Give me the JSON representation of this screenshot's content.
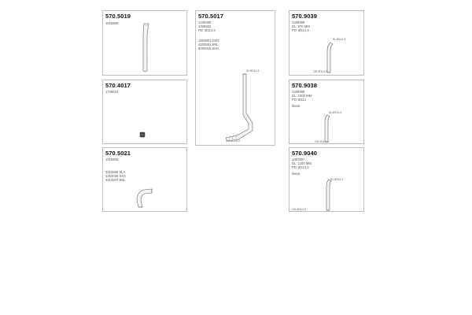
{
  "cards": {
    "c5019": {
      "code": "570.5019",
      "lines": [
        "1915606"
      ]
    },
    "c5017": {
      "code": "570.5017",
      "lines": [
        "1345465",
        "1405822",
        "PD: Ø114,3"
      ],
      "notes": [
        "1554801 DXD",
        "4202551 SNL",
        "6000015 SHH"
      ],
      "ann_top": "ID Ø114,3",
      "ann_bottom": "OD Ø114,3"
    },
    "c9039": {
      "code": "570.9039",
      "lines": [
        "1345489",
        "DL: 570 MM",
        "PD: Ø114,3"
      ],
      "ann_top": "ID Ø114,3",
      "ann_bottom": "OD Ø114,3"
    },
    "c4017": {
      "code": "570.4017",
      "lines": [
        "1748615"
      ]
    },
    "c9038": {
      "code": "570.9038",
      "lines": [
        "1345488",
        "DL: 1000 MM",
        "PD: Ø114"
      ],
      "note": "linear",
      "ann_top": "ID Ø114,3",
      "ann_bottom": "OD Ø114,3"
    },
    "c5021": {
      "code": "570.5021",
      "lines": [
        "1915605"
      ],
      "notes": [
        "3310685 SLA",
        "1253026 SXS",
        "4413347 SNL"
      ]
    },
    "c9040": {
      "code": "570.9040",
      "lines": [
        "1387807",
        "DL: 1100 MM",
        "PD: Ø114,3"
      ],
      "note": "linear",
      "ann_top": "ID Ø114,3",
      "ann_bottom": "OD Ø114,3"
    }
  }
}
